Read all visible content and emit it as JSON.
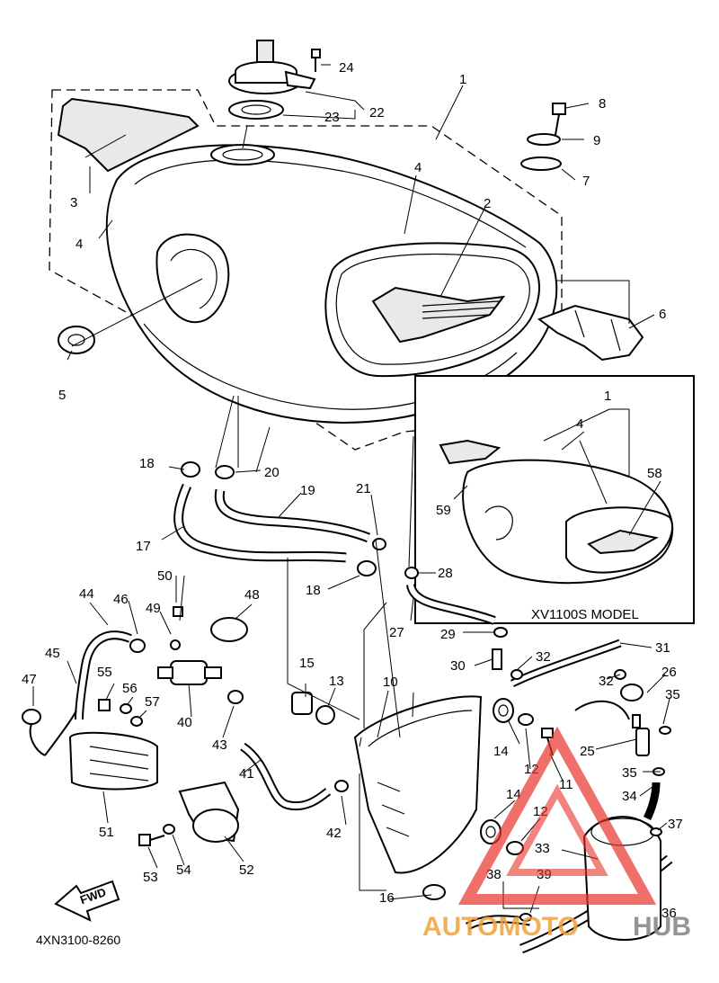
{
  "diagram": {
    "model_label": "XV1100S MODEL",
    "drawing_code": "4XN3100-8260",
    "fwd_label": "FWD",
    "watermark": {
      "part1": "AUTOMOTO",
      "part2": "HUB",
      "colors": {
        "red": "#e8322a",
        "orange": "#f0a23c",
        "grey": "#8a8a8a"
      }
    },
    "callouts": {
      "c1": "1",
      "c2": "2",
      "c3": "3",
      "c4a": "4",
      "c4b": "4",
      "c5": "5",
      "c6": "6",
      "c7": "7",
      "c8": "8",
      "c9": "9",
      "c10": "10",
      "c11": "11",
      "c12a": "12",
      "c12b": "12",
      "c13": "13",
      "c14a": "14",
      "c14b": "14",
      "c15": "15",
      "c16": "16",
      "c17": "17",
      "c18a": "18",
      "c18b": "18",
      "c19": "19",
      "c20": "20",
      "c21": "21",
      "c22": "22",
      "c23": "23",
      "c24": "24",
      "c25": "25",
      "c26": "26",
      "c27": "27",
      "c28": "28",
      "c29": "29",
      "c30": "30",
      "c31": "31",
      "c32a": "32",
      "c32b": "32",
      "c33": "33",
      "c34": "34",
      "c35a": "35",
      "c35b": "35",
      "c36": "36",
      "c37": "37",
      "c38": "38",
      "c39": "39",
      "c40": "40",
      "c41": "41",
      "c42": "42",
      "c43": "43",
      "c44": "44",
      "c45": "45",
      "c46": "46",
      "c47": "47",
      "c48": "48",
      "c49": "49",
      "c50": "50",
      "c51": "51",
      "c52": "52",
      "c53": "53",
      "c54": "54",
      "c55": "55",
      "c56": "56",
      "c57": "57",
      "c58": "58",
      "c59": "59",
      "i1": "1",
      "i4": "4"
    }
  }
}
